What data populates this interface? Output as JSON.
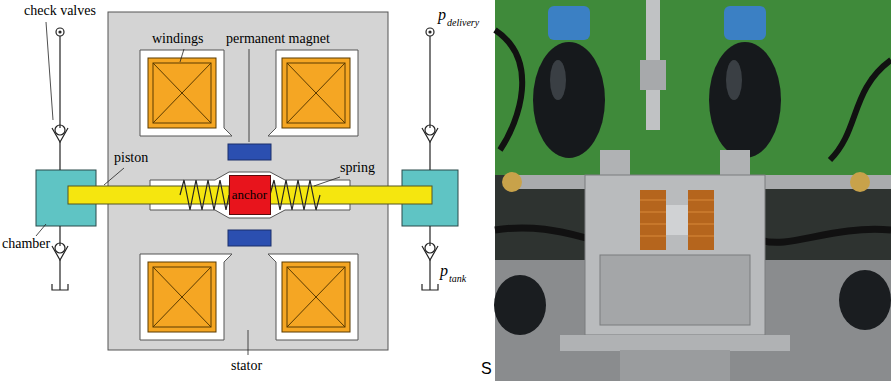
{
  "diagram": {
    "nodes": [
      {
        "text": [
          "anchor"
        ]
      }
    ],
    "labels": [
      "check valves",
      "windings",
      "permanent magnet",
      "piston",
      "chamber",
      "spring",
      "p",
      "delivery",
      "p",
      "tank",
      "stator",
      "S"
    ]
  }
}
